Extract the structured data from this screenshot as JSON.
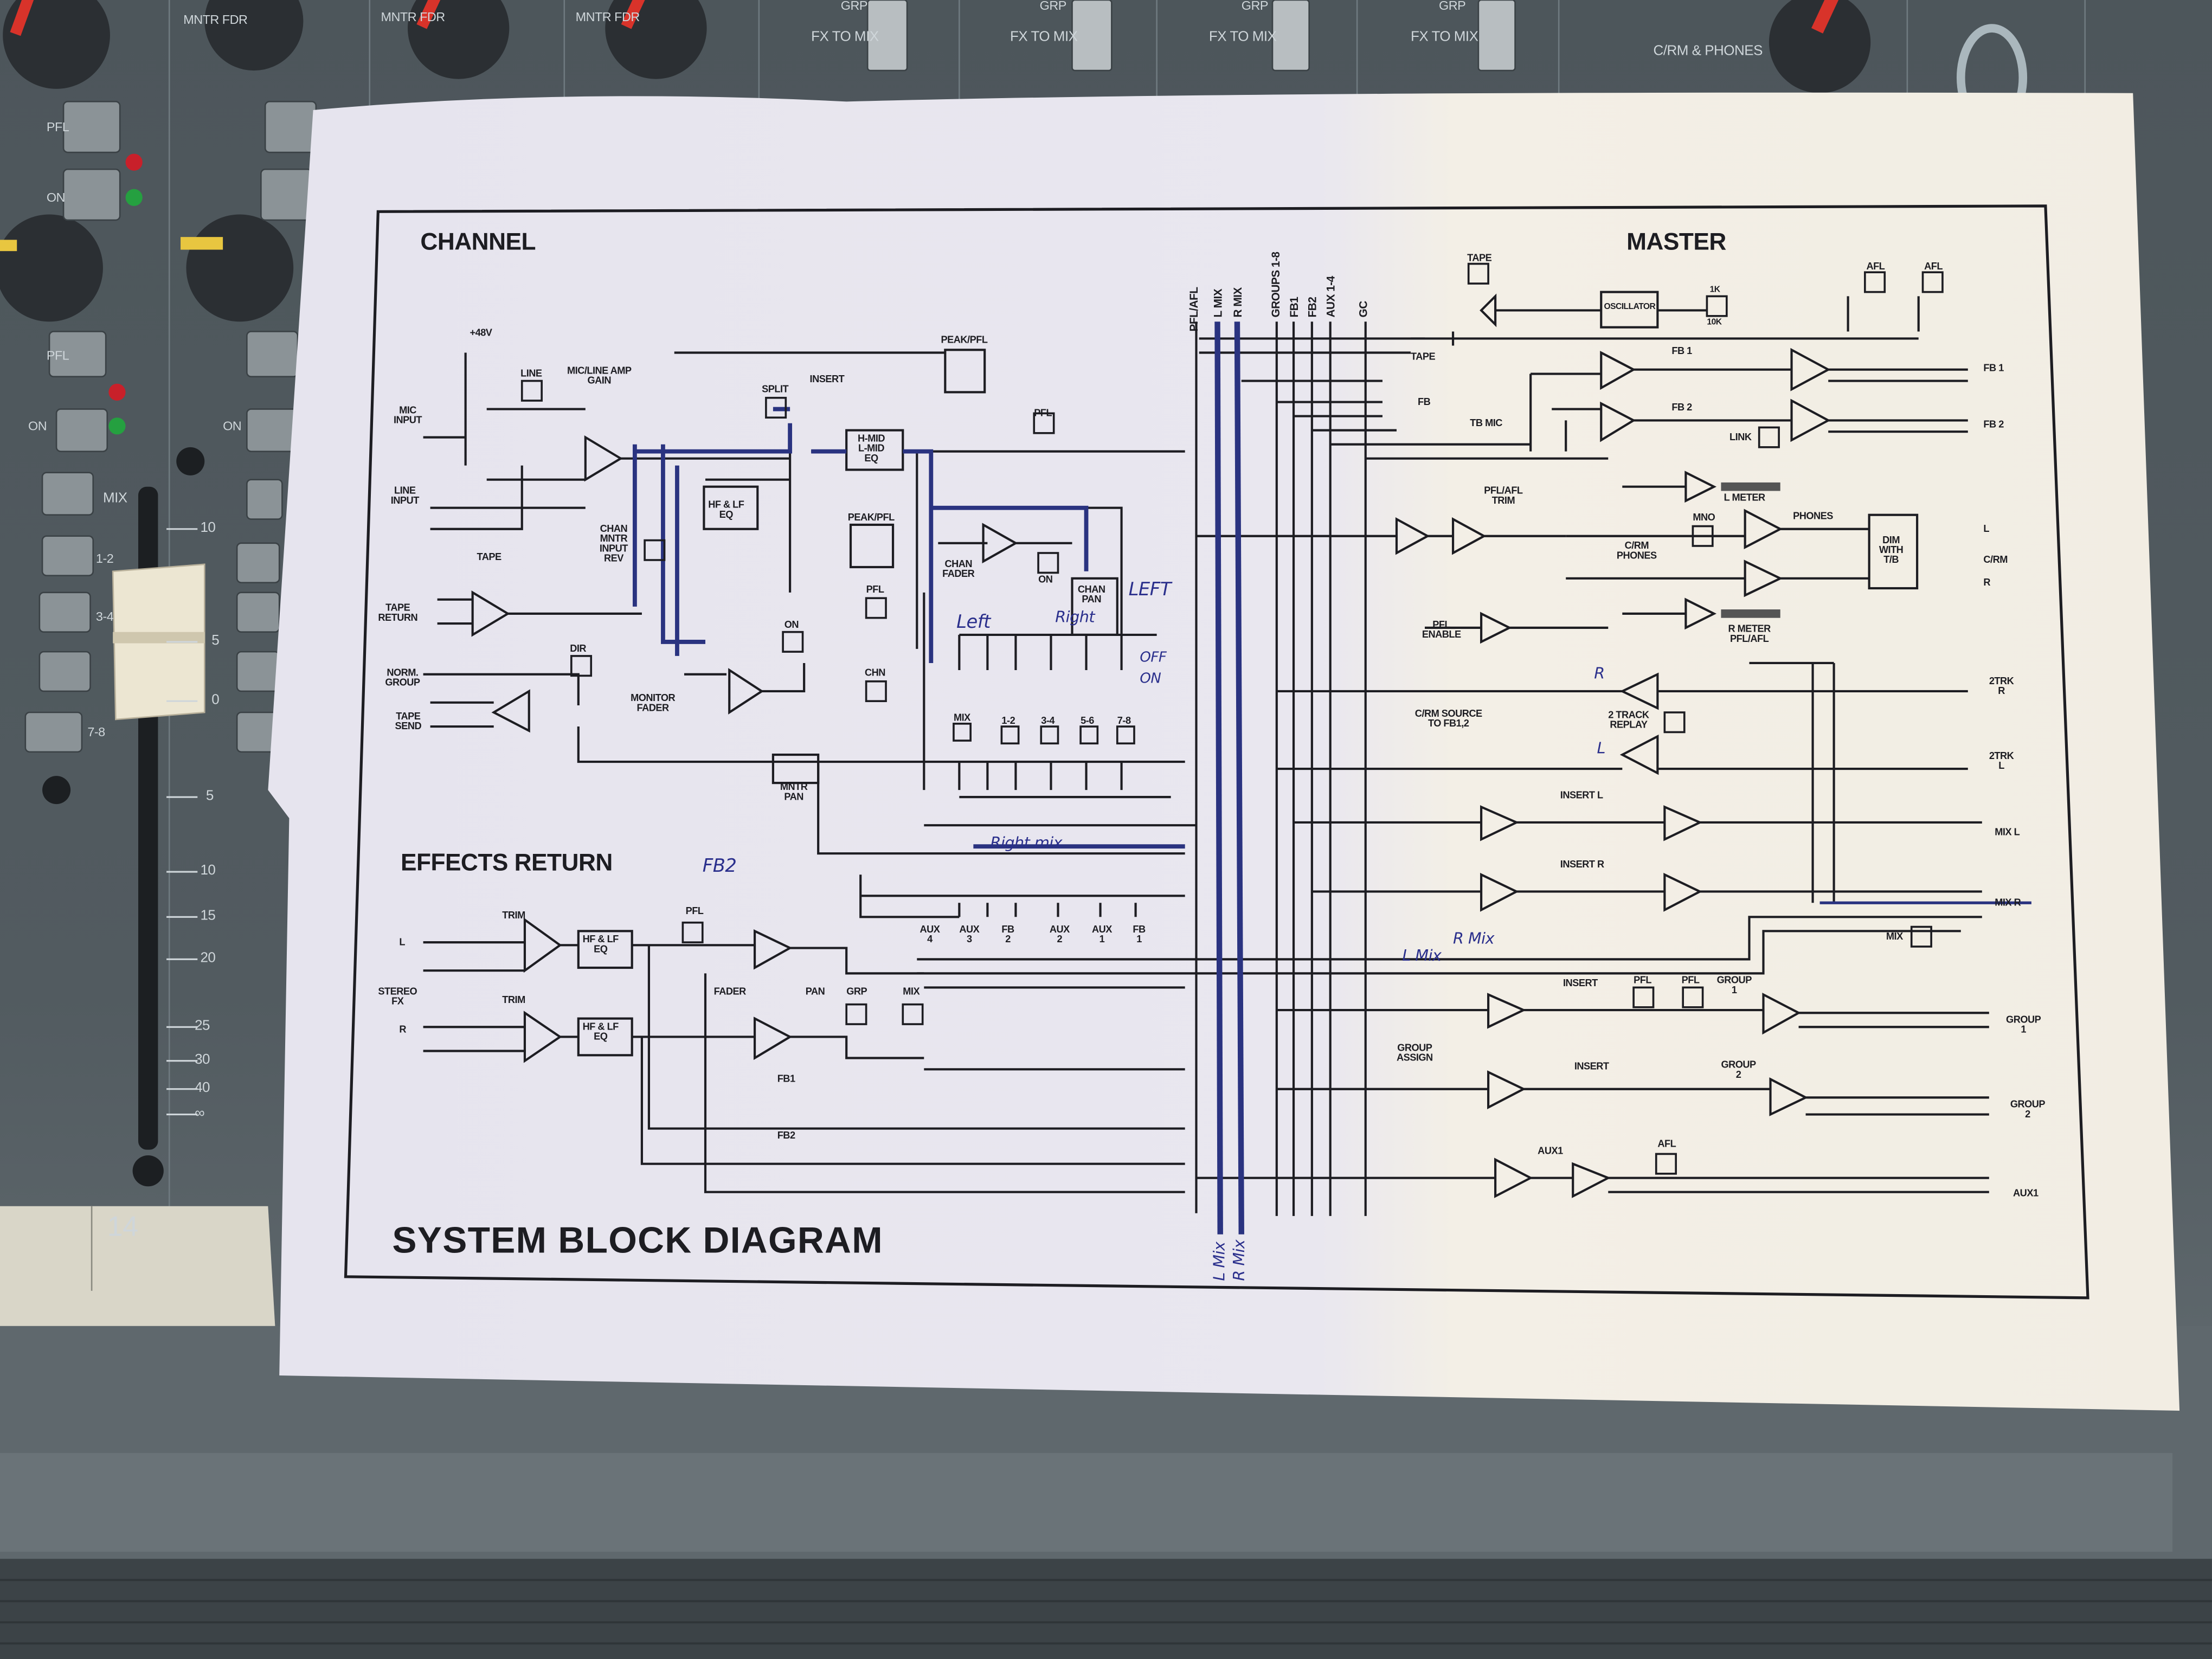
{
  "console": {
    "strip_labels": [
      "MNTR FDR",
      "MNTR FDR",
      "MNTR FDR",
      "FX TO MIX",
      "FX TO MIX",
      "FX TO MIX",
      "FX TO MIX",
      "C/RM & PHONES"
    ],
    "grp_labels": [
      "GRP",
      "GRP",
      "GRP",
      "GRP"
    ],
    "switch_labels": [
      "PFL",
      "ON",
      "PFL",
      "ON",
      "MIX",
      "1-2",
      "3-4",
      "7-8",
      "ON"
    ],
    "scale_marks": [
      "10",
      "5",
      "0",
      "5",
      "10",
      "15",
      "20",
      "25",
      "30",
      "40",
      "∞"
    ],
    "channel_number": "14",
    "colors": {
      "knob_pointer": "#d8332a",
      "led_red": "#c8202a",
      "led_green": "#25a040",
      "fader_cap": "#ece6d2"
    }
  },
  "diagram": {
    "title": "SYSTEM BLOCK DIAGRAM",
    "section_channel": "CHANNEL",
    "section_master": "MASTER",
    "section_effects": "EFFECTS RETURN",
    "buses": {
      "pfl_afl": "PFL/AFL",
      "l_mix": "L MIX",
      "r_mix": "R MIX",
      "groups": "GROUPS 1-8",
      "fb1": "FB1",
      "fb2": "FB2",
      "aux": "AUX 1-4",
      "gc": "GC"
    },
    "channel": {
      "phantom": "+48V",
      "line": "LINE",
      "gain": "MIC/LINE AMP\nGAIN",
      "mic_input": "MIC\nINPUT",
      "line_input": "LINE\nINPUT",
      "split": "SPLIT",
      "insert": "INSERT",
      "peak_pfl_1": "PEAK/PFL",
      "hmid_eq": "H-MID\nL-MID\nEQ",
      "pfl_1": "PFL",
      "hf_lf_eq": "HF & LF\nEQ",
      "chan_mntr_rev": "CHAN\nMNTR\nINPUT\nREV",
      "tape": "TAPE",
      "tape_return": "TAPE\nRETURN",
      "peak_pfl_2": "PEAK/PFL",
      "pfl_2": "PFL",
      "chan_fader": "CHAN\nFADER",
      "on_1": "ON",
      "chan_pan": "CHAN\nPAN",
      "on_2": "ON",
      "dir": "DIR",
      "norm_group": "NORM.\nGROUP",
      "tape_send": "TAPE\nSEND",
      "monitor_fader": "MONITOR\nFADER",
      "chn": "CHN",
      "mntr_pan": "MNTR\nPAN",
      "routing": [
        "MIX",
        "1-2",
        "3-4",
        "5-6",
        "7-8"
      ]
    },
    "handwritten": {
      "left_caps": "LEFT",
      "left": "Left",
      "right": "Right",
      "off": "OFF",
      "on": "ON",
      "right_mix": "Right mix",
      "fb2": "FB2",
      "r_mix": "R Mix",
      "l_mix": "L Mix",
      "bus_l_mix": "L Mix",
      "bus_r_mix": "R Mix",
      "r": "R",
      "l": "L"
    },
    "effects": {
      "trim_1": "TRIM",
      "trim_2": "TRIM",
      "in_l": "L",
      "in_r": "R",
      "stereo_fx": "STEREO\nFX",
      "eq_1": "HF & LF\nEQ",
      "eq_2": "HF & LF\nEQ",
      "pfl": "PFL",
      "fader": "FADER",
      "pan": "PAN",
      "grp": "GRP",
      "mix": "MIX",
      "fb1": "FB1",
      "fb2": "FB2",
      "sends": [
        "AUX\n4",
        "AUX\n3",
        "FB\n2",
        "AUX\n2",
        "AUX\n1",
        "FB\n1"
      ]
    },
    "master": {
      "tape": "TAPE",
      "oscillator": "OSCILLATOR",
      "osc_1k": "1K",
      "osc_10k": "10K",
      "afl_1": "AFL",
      "afl_2": "AFL",
      "tape_sw": "TAPE",
      "fb_sw": "FB",
      "tb_mic": "TB MIC",
      "fb1_lvl": "FB 1",
      "fb2_lvl": "FB 2",
      "link": "LINK",
      "fb1_out": "FB 1",
      "fb2_out": "FB 2",
      "pfl_afl_trim": "PFL/AFL\nTRIM",
      "l_meter": "L METER",
      "crm_phones": "C/RM\nPHONES",
      "mno": "MNO",
      "phones": "PHONES",
      "dim": "DIM\nWITH\nT/B",
      "crm_l": "L",
      "crm": "C/RM",
      "crm_r": "R",
      "r_meter": "R METER\nPFL/AFL",
      "pfl_enable": "PFL\nENABLE",
      "crm_source": "C/RM SOURCE\nTO FB1,2",
      "two_track": "2 TRACK\nREPLAY",
      "trk_r": "2TRK\nR",
      "trk_l": "2TRK\nL",
      "insert_l": "INSERT L",
      "insert_r": "INSERT R",
      "mix_l": "MIX L",
      "mix_r": "MIX R",
      "mix": "MIX",
      "insert_g1": "INSERT",
      "pfl_a": "PFL",
      "pfl_b": "PFL",
      "group1": "GROUP\n1",
      "group1_out": "GROUP\n1",
      "group_assign": "GROUP\nASSIGN",
      "insert_g2": "INSERT",
      "group2": "GROUP\n2",
      "group2_out": "GROUP\n2",
      "aux1": "AUX1",
      "afl": "AFL",
      "aux1_out": "AUX1"
    }
  }
}
